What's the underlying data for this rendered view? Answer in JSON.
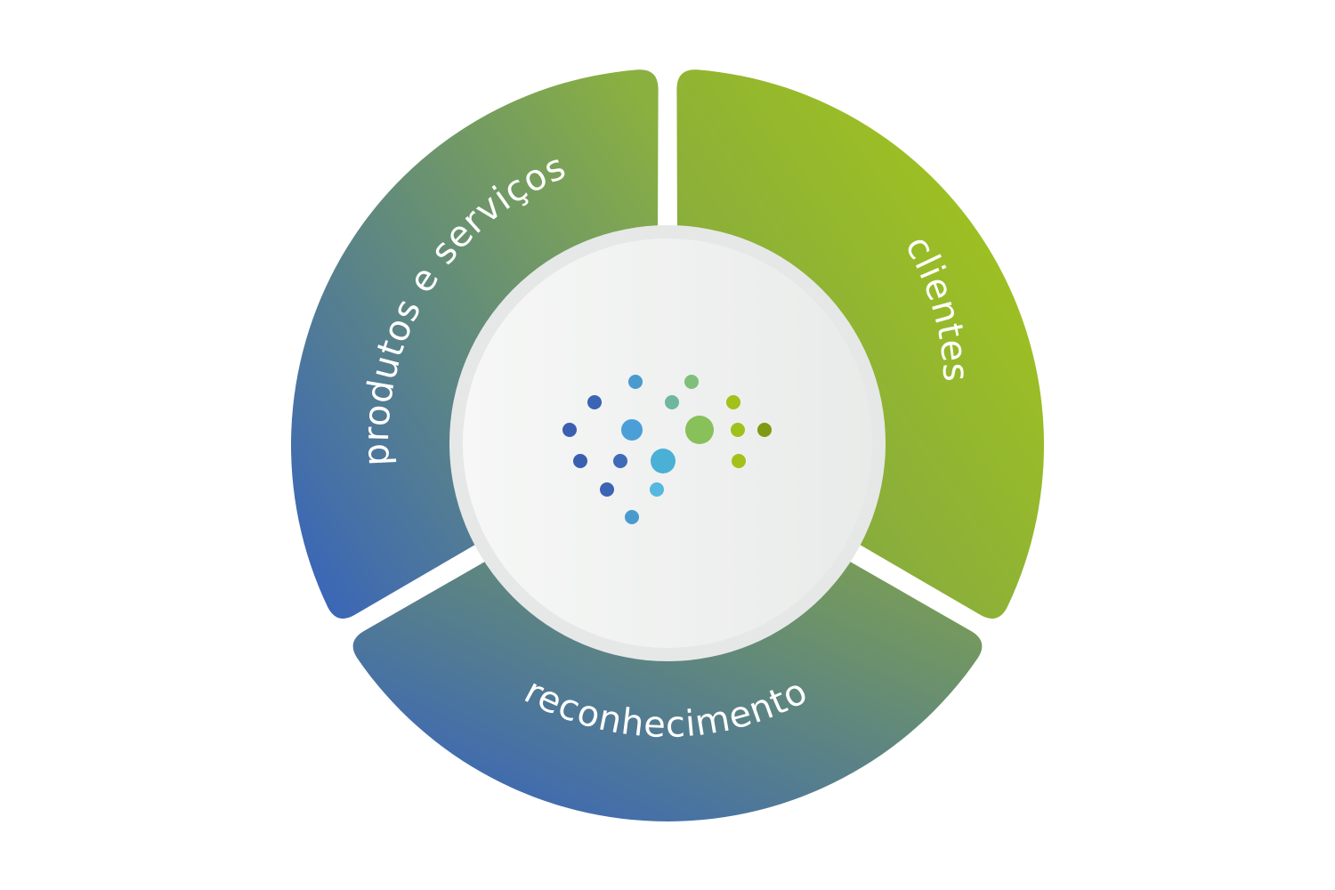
{
  "diagram": {
    "segments": [
      {
        "id": "clientes",
        "label": "clientes",
        "gradient_from": "#a3c51b",
        "gradient_to": "#7ea34a"
      },
      {
        "id": "reconhecimento",
        "label": "reconhecimento",
        "gradient_from": "#3a66b8",
        "gradient_to": "#7a9e55"
      },
      {
        "id": "produtos",
        "label": "produtos e serviços",
        "gradient_from": "#3a66b8",
        "gradient_to": "#8ab040"
      }
    ],
    "center": {
      "fill_from": "#f6f7f6",
      "fill_to": "#e9ebea",
      "ring": "#e6e8e7",
      "icon": "network-dots-icon",
      "icon_colors": [
        "#3a66b8",
        "#4aa6d8",
        "#a3c51b",
        "#7e9a12"
      ]
    }
  }
}
